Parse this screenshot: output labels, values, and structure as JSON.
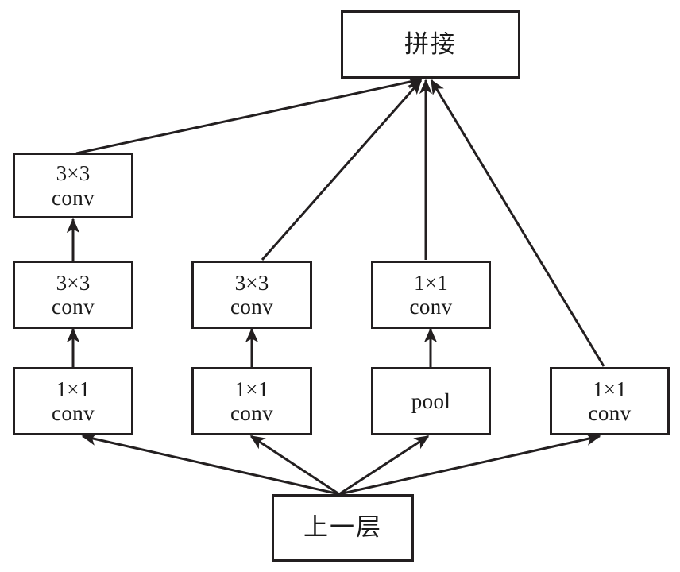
{
  "diagram": {
    "title": "Inception module (naive/dimension-reduced) block diagram",
    "stroke_color": "#231f20",
    "background_color": "#ffffff",
    "nodes": {
      "concat": {
        "line1": "拼接"
      },
      "branch1_top": {
        "line1": "3×3",
        "line2": "conv"
      },
      "branch1_mid": {
        "line1": "3×3",
        "line2": "conv"
      },
      "branch1_bottom": {
        "line1": "1×1",
        "line2": "conv"
      },
      "branch2_top": {
        "line1": "3×3",
        "line2": "conv"
      },
      "branch2_bottom": {
        "line1": "1×1",
        "line2": "conv"
      },
      "branch3_top": {
        "line1": "1×1",
        "line2": "conv"
      },
      "branch3_bottom": {
        "line1": "pool"
      },
      "branch4": {
        "line1": "1×1",
        "line2": "conv"
      },
      "previous_layer": {
        "line1": "上一层"
      }
    }
  }
}
